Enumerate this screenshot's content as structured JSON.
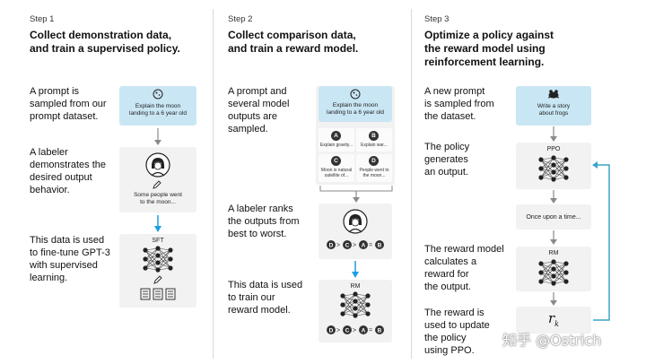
{
  "steps": [
    {
      "label": "Step 1",
      "title_line1": "Collect demonstration data,",
      "title_line2": "and train a supervised policy.",
      "rows": [
        [
          "A prompt is",
          "sampled from our",
          "prompt dataset."
        ],
        [
          "A labeler",
          "demonstrates the",
          "desired output",
          "behavior."
        ],
        [
          "This data is used",
          "to fine-tune GPT-3",
          "with supervised",
          "learning."
        ]
      ],
      "prompt_lines": [
        "Explain the moon",
        "landing to a 6 year old"
      ],
      "demo_lines": [
        "Some people went",
        "to the moon..."
      ],
      "model_label": "SFT"
    },
    {
      "label": "Step 2",
      "title_line1": "Collect comparison data,",
      "title_line2": "and train a reward model.",
      "rows": [
        [
          "A prompt and",
          "several model",
          "outputs are",
          "sampled."
        ],
        [
          "A labeler ranks",
          "the outputs from",
          "best to worst."
        ],
        [
          "This data is used",
          "to train our",
          "reward model."
        ]
      ],
      "prompt_lines": [
        "Explain the moon",
        "landing to a 6 year old"
      ],
      "outputs": [
        {
          "letter": "A",
          "text": [
            "Explain gravity..."
          ]
        },
        {
          "letter": "B",
          "text": [
            "Explain war..."
          ]
        },
        {
          "letter": "C",
          "text": [
            "Moon is natural",
            "satellite of..."
          ]
        },
        {
          "letter": "D",
          "text": [
            "People went to",
            "the moon..."
          ]
        }
      ],
      "ranking": [
        "D",
        ">",
        "C",
        ">",
        "A",
        "=",
        "B"
      ],
      "model_label": "RM"
    },
    {
      "label": "Step 3",
      "title_line1": "Optimize a policy against",
      "title_line2": "the reward model using",
      "title_line3": "reinforcement learning.",
      "rows": [
        [
          "A new prompt",
          "is sampled from",
          "the dataset."
        ],
        [
          "The policy",
          "generates",
          "an output."
        ],
        [
          "The reward model",
          "calculates a",
          "reward for",
          "the output."
        ],
        [
          "The reward is",
          "used to update",
          "the policy",
          "using PPO."
        ]
      ],
      "prompt_lines": [
        "Write a story",
        "about frogs"
      ],
      "policy_label": "PPO",
      "output_text": "Once upon a time...",
      "model_label": "RM",
      "reward_symbol": "r",
      "reward_subscript": "k"
    }
  ],
  "watermark": "知乎 @Ostrich",
  "colors": {
    "prompt_bg": "#c9e6f4",
    "card_bg": "#f2f2f2",
    "arrow_blue": "#1aa0e0",
    "arrow_gray": "#8a8a8a",
    "feedback": "#3aa3c9"
  }
}
